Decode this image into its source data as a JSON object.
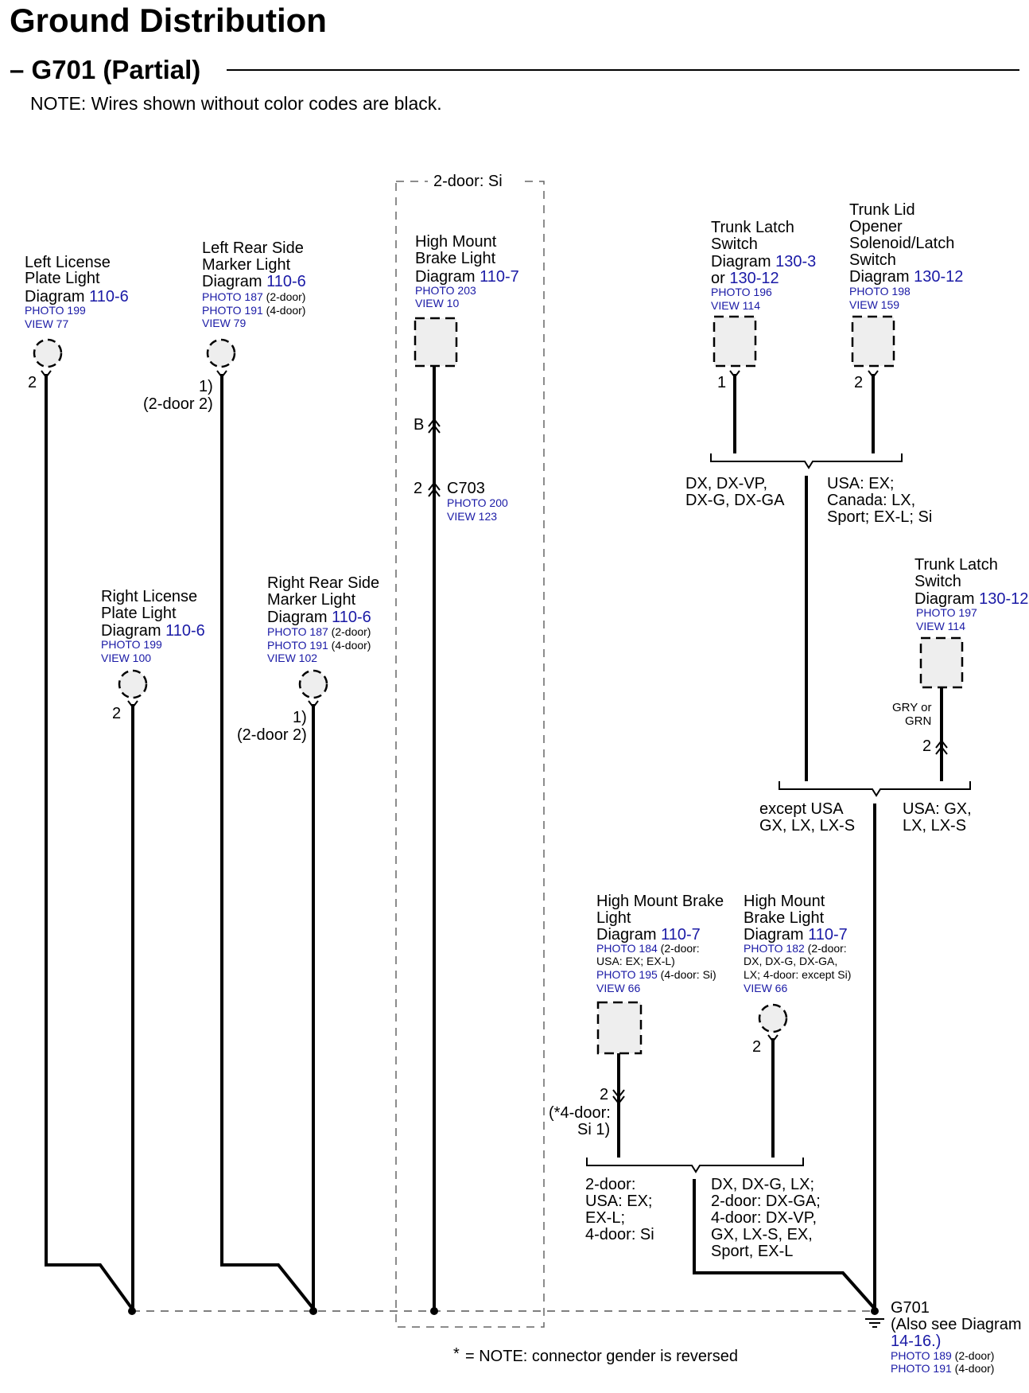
{
  "header": {
    "title": "Ground Distribution",
    "subtitle": "– G701 (Partial)",
    "note": "NOTE: Wires shown without color codes are black."
  },
  "footnote": {
    "star": "*",
    "text": "=   NOTE: connector gender is reversed"
  },
  "region_label": "2-door: Si",
  "components": {
    "left_license": {
      "name_lines": [
        "Left License",
        "Plate Light"
      ],
      "diagram_prefix": "Diagram",
      "diagram": "110-6",
      "photos": [
        {
          "ref": "PHOTO 199",
          "note": ""
        }
      ],
      "view": "VIEW 77",
      "pin": "2"
    },
    "left_rear_marker": {
      "name_lines": [
        "Left Rear Side",
        "Marker Light"
      ],
      "diagram_prefix": "Diagram",
      "diagram": "110-6",
      "photos": [
        {
          "ref": "PHOTO 187",
          "note": "(2-door)"
        },
        {
          "ref": "PHOTO 191",
          "note": "(4-door)"
        }
      ],
      "view": "VIEW 79",
      "pin": "1)",
      "pin_note": "(2-door 2)"
    },
    "high_mount_si": {
      "name_lines": [
        "High Mount",
        "Brake Light"
      ],
      "diagram_prefix": "Diagram",
      "diagram": "110-7",
      "photos": [
        {
          "ref": "PHOTO 203",
          "note": ""
        }
      ],
      "view": "VIEW 10",
      "pin": "B"
    },
    "c703": {
      "name": "C703",
      "pin": "2",
      "photo": "PHOTO 200",
      "view": "VIEW 123"
    },
    "trunk_latch_a": {
      "name_lines": [
        "Trunk Latch",
        "Switch"
      ],
      "diagram_prefix": "Diagram",
      "diagram": "130-3",
      "diagram_alt_prefix": "or",
      "diagram_alt": "130-12",
      "photos": [
        {
          "ref": "PHOTO 196",
          "note": ""
        }
      ],
      "view": "VIEW 114",
      "pin": "1"
    },
    "trunk_lid_opener": {
      "name_lines": [
        "Trunk Lid",
        "Opener",
        "Solenoid/Latch",
        "Switch"
      ],
      "diagram_prefix": "Diagram",
      "diagram": "130-12",
      "photos": [
        {
          "ref": "PHOTO 198",
          "note": ""
        }
      ],
      "view": "VIEW 159",
      "pin": "2"
    },
    "right_license": {
      "name_lines": [
        "Right License",
        "Plate Light"
      ],
      "diagram_prefix": "Diagram",
      "diagram": "110-6",
      "photos": [
        {
          "ref": "PHOTO 199",
          "note": ""
        }
      ],
      "view": "VIEW 100",
      "pin": "2"
    },
    "right_rear_marker": {
      "name_lines": [
        "Right Rear Side",
        "Marker Light"
      ],
      "diagram_prefix": "Diagram",
      "diagram": "110-6",
      "photos": [
        {
          "ref": "PHOTO 187",
          "note": "(2-door)"
        },
        {
          "ref": "PHOTO 191",
          "note": "(4-door)"
        }
      ],
      "view": "VIEW 102",
      "pin": "1)",
      "pin_note": "(2-door 2)"
    },
    "trunk_latch_b": {
      "name_lines": [
        "Trunk Latch",
        "Switch"
      ],
      "diagram_prefix": "Diagram",
      "diagram": "130-12",
      "photos": [
        {
          "ref": "PHOTO 197",
          "note": ""
        }
      ],
      "view": "VIEW 114",
      "wire_color_lines": [
        "GRY or",
        "GRN"
      ],
      "pin": "2"
    },
    "high_mount_a": {
      "name_lines": [
        "High Mount Brake",
        "Light"
      ],
      "diagram_prefix": "Diagram",
      "diagram": "110-7",
      "photos": [
        {
          "ref": "PHOTO 184",
          "note": "(2-door:"
        },
        {
          "ref": "",
          "note": "USA: EX; EX-L)"
        },
        {
          "ref": "PHOTO 195",
          "note": "(4-door: Si)"
        }
      ],
      "view": "VIEW 66",
      "pin": "2",
      "pin_note_lines": [
        "(*4-door:",
        "Si 1)"
      ]
    },
    "high_mount_b": {
      "name_lines": [
        "High Mount",
        "Brake Light"
      ],
      "diagram_prefix": "Diagram",
      "diagram": "110-7",
      "photos": [
        {
          "ref": "PHOTO 182",
          "note": "(2-door:"
        },
        {
          "ref": "",
          "note": "DX, DX-G, DX-GA,"
        },
        {
          "ref": "",
          "note": "LX; 4-door: except Si)"
        }
      ],
      "view": "VIEW 66",
      "pin": "2"
    },
    "g701": {
      "name_lines": [
        "G701",
        "(Also see Diagram"
      ],
      "diagram": "14-16.)",
      "photos": [
        {
          "ref": "PHOTO 189",
          "note": "(2-door)"
        },
        {
          "ref": "PHOTO 191",
          "note": "(4-door)"
        }
      ]
    }
  },
  "splice_labels": {
    "trunk_left": [
      "DX, DX-VP,",
      "DX-G, DX-GA"
    ],
    "trunk_right": [
      "USA: EX;",
      "Canada: LX,",
      "Sport; EX-L; Si"
    ],
    "mid_left": [
      "except USA",
      "GX, LX, LX-S"
    ],
    "mid_right": [
      "USA: GX,",
      "LX, LX-S"
    ],
    "low_left": [
      "2-door:",
      "USA: EX;",
      "EX-L;",
      "4-door: Si"
    ],
    "low_right": [
      "DX, DX-G, LX;",
      "2-door: DX-GA;",
      "4-door: DX-VP,",
      "GX, LX-S, EX,",
      "Sport, EX-L"
    ]
  }
}
